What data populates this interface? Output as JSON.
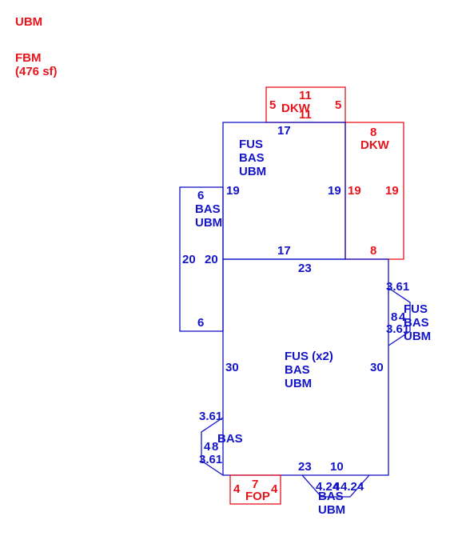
{
  "legend": {
    "ubm": "UBM",
    "fbm_name": "FBM",
    "fbm_area": "(476 sf)"
  },
  "colors": {
    "blue": "#1414c8",
    "red": "#e8141c"
  },
  "areas": {
    "top_dkw": {
      "label": "DKW",
      "top": "11",
      "bottom": "11",
      "left": "5",
      "right": "5"
    },
    "right_dkw": {
      "label": "DKW",
      "top": "8",
      "bottom": "8",
      "left": "19",
      "right": "19"
    },
    "upper_box": {
      "labels": [
        "FUS",
        "BAS",
        "UBM"
      ],
      "top": "17",
      "bottom": "17",
      "left": "19",
      "right": "19"
    },
    "left_wing": {
      "labels": [
        "BAS",
        "UBM"
      ],
      "top": "6",
      "bottom": "6",
      "left": "20",
      "right": "20"
    },
    "main_box": {
      "labels": [
        "FUS (x2)",
        "BAS",
        "UBM"
      ],
      "top": "23",
      "left": "30",
      "right": "30",
      "bottom_left": "23",
      "bottom_right": "10"
    },
    "right_bay": {
      "labels": [
        "FUS",
        "BAS",
        "UBM"
      ],
      "top": "3.61",
      "middle": "8",
      "sub": "4",
      "bottom": "3.61"
    },
    "left_bay": {
      "label": "BAS",
      "top": "3.61",
      "middle": "4",
      "sub": "8",
      "bottom": "3.61"
    },
    "fop": {
      "label": "FOP",
      "top": "7",
      "left": "4",
      "right": "4"
    },
    "bottom_bay": {
      "labels": [
        "BAS",
        "UBM"
      ],
      "left": "4.24",
      "middle": "4",
      "right": "4.24"
    }
  }
}
